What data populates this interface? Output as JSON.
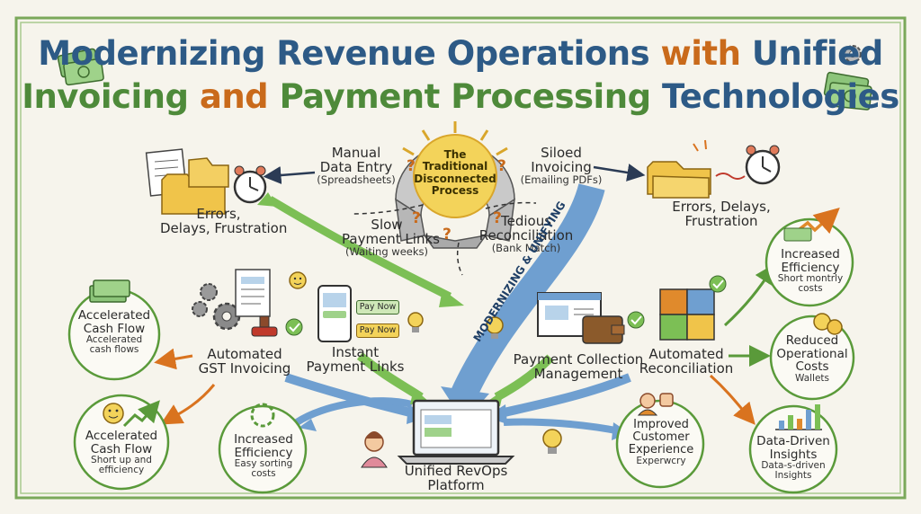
{
  "title": {
    "line1_a": "Modernizing Revenue Operations",
    "line1_b": "with",
    "line1_c": "Unified",
    "line2_a": "Invoicing",
    "line2_b": "and",
    "line2_c": "Payment Processing",
    "line2_d": "Technologies"
  },
  "hub": {
    "label": "The Traditional Disconnected Process",
    "lines": [
      "The",
      "Traditional",
      "Disconnected",
      "Process"
    ]
  },
  "traditional": {
    "manual": {
      "title": "Manual",
      "title2": "Data Entry",
      "sub": "(Spreadsheets)"
    },
    "siloed": {
      "title": "Siloed",
      "title2": "Invoicing",
      "sub": "(Emailing PDFs)"
    },
    "slow": {
      "title": "Slow",
      "title2": "Payment Links",
      "sub": "(Waiting weeks)"
    },
    "tedious": {
      "title": "Tedious",
      "title2": "Reconciliation",
      "sub": "(Bank Match)"
    }
  },
  "pain_left": {
    "line1": "Errors,",
    "line2": "Delays, Frustration"
  },
  "pain_right": {
    "line1": "Errors, Delays,",
    "line2": "Frustration"
  },
  "modernizing_arrow": "MODERNIZING & UNIFYING",
  "features": {
    "gst": {
      "line1": "Automated",
      "line2": "GST Invoicing"
    },
    "links": {
      "line1": "Instant",
      "line2": "Payment Links"
    },
    "collection": {
      "line1": "Payment Collection",
      "line2": "Management"
    },
    "reconciliation": {
      "line1": "Automated",
      "line2": "Reconciliation"
    }
  },
  "pay_now": [
    "Pay Now",
    "Pay Now"
  ],
  "outcomes": {
    "cash_flow_top": {
      "title1": "Accelerated",
      "title2": "Cash Flow",
      "sub1": "Accelerated",
      "sub2": "cash flows"
    },
    "cash_flow_bottom": {
      "title1": "Accelerated",
      "title2": "Cash Flow",
      "sub1": "Short up and",
      "sub2": "efficiency"
    },
    "efficiency_bottom": {
      "title1": "Increased",
      "title2": "Efficiency",
      "sub1": "Easy sorting",
      "sub2": "costs"
    },
    "customer": {
      "title1": "Improved",
      "title2": "Customer",
      "title3": "Experience",
      "sub1": "Experwcry"
    },
    "efficiency_right": {
      "title1": "Increased",
      "title2": "Efficiency",
      "sub1": "Short montrly",
      "sub2": "costs"
    },
    "reduced_costs": {
      "title1": "Reduced",
      "title2": "Operational",
      "title3": "Costs",
      "sub1": "Wallets"
    },
    "insights": {
      "title1": "Data-Driven",
      "title2": "Insights",
      "sub1": "Data-s-driven",
      "sub2": "Insights"
    }
  },
  "platform": {
    "line1": "Unified RevOps",
    "line2": "Platform"
  },
  "colors": {
    "frame_green": "#7aa85a",
    "title_blue": "#2d5a86",
    "title_green": "#4e8a3a",
    "accent_orange": "#c96a1b",
    "arrow_blue": "#6f9fd0",
    "arrow_green": "#7cbf55",
    "arrow_orange": "#e08a2c",
    "sun_yellow": "#f3d35a"
  },
  "icons": [
    "money-icon",
    "gear-icon",
    "folder-icon",
    "alarm-clock-icon",
    "document-icon",
    "question-icon",
    "phone-icon",
    "lightbulb-icon",
    "checkmark-icon",
    "stamp-icon",
    "browser-icon",
    "wallet-icon",
    "puzzle-icon",
    "coin-icon",
    "bar-chart-icon",
    "smiley-icon",
    "thumbs-up-icon",
    "laptop-icon",
    "person-icon",
    "trend-arrow-icon"
  ]
}
